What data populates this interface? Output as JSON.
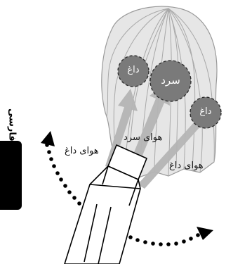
{
  "sidebar": {
    "language_label": "فارسی"
  },
  "diagram": {
    "circles": {
      "hot_left": "داغ",
      "cold_center": "سرد",
      "hot_right": "داغ"
    },
    "labels": {
      "hot_air_left": "هوای داغ",
      "cold_air": "هوای سرد",
      "hot_air_right": "هوای داغ"
    },
    "colors": {
      "circle_fill": "#7a7a7a",
      "arrow_fill": "#b5b5b5",
      "hair_fill": "#e6e6e6",
      "hair_stroke": "#9a9a9a",
      "dots": "#000000"
    }
  }
}
